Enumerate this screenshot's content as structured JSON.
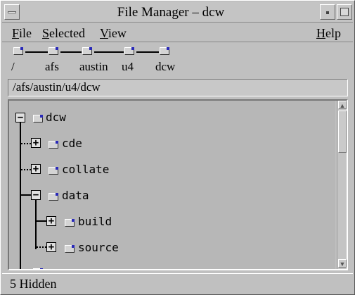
{
  "window": {
    "title": "File Manager – dcw"
  },
  "menu": {
    "file": {
      "first": "F",
      "rest": "ile"
    },
    "selected": {
      "first": "S",
      "rest": "elected"
    },
    "view": {
      "first": "V",
      "rest": "iew"
    },
    "help": {
      "first": "H",
      "rest": "elp"
    }
  },
  "path": {
    "labels": [
      "/",
      "afs",
      "austin",
      "u4",
      "dcw"
    ]
  },
  "address": {
    "value": "/afs/austin/u4/dcw"
  },
  "tree": {
    "nodes": [
      {
        "label": "dcw",
        "toggle": "−"
      },
      {
        "label": "cde",
        "toggle": "+"
      },
      {
        "label": "collate",
        "toggle": "+"
      },
      {
        "label": "data",
        "toggle": "−"
      },
      {
        "label": "build",
        "toggle": "+"
      },
      {
        "label": "source",
        "toggle": "+"
      }
    ]
  },
  "status": {
    "text": "5 Hidden"
  },
  "colors": {
    "folder_accent": "#2a2ab8",
    "pane_bg": "#b7b7b7",
    "window_bg": "#c0c0c0"
  }
}
